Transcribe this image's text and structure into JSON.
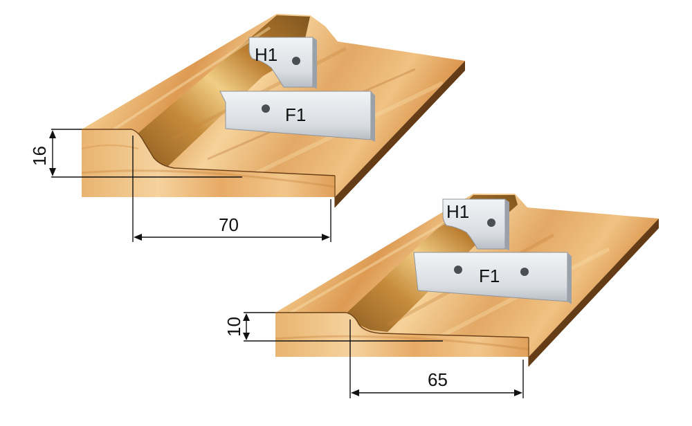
{
  "diagram": {
    "upper": {
      "knife_small_label": "H1",
      "knife_large_label": "F1",
      "height_dimension": "16",
      "width_dimension": "70"
    },
    "lower": {
      "knife_small_label": "H1",
      "knife_large_label": "F1",
      "height_dimension": "10",
      "width_dimension": "65"
    }
  },
  "colors": {
    "wood_light": "#f2c98a",
    "wood_mid": "#e3a35a",
    "wood_dark": "#b9742e",
    "wood_edge": "#6b3f17",
    "steel": "#d9dde2",
    "steel_shadow": "#9aa1a8"
  }
}
